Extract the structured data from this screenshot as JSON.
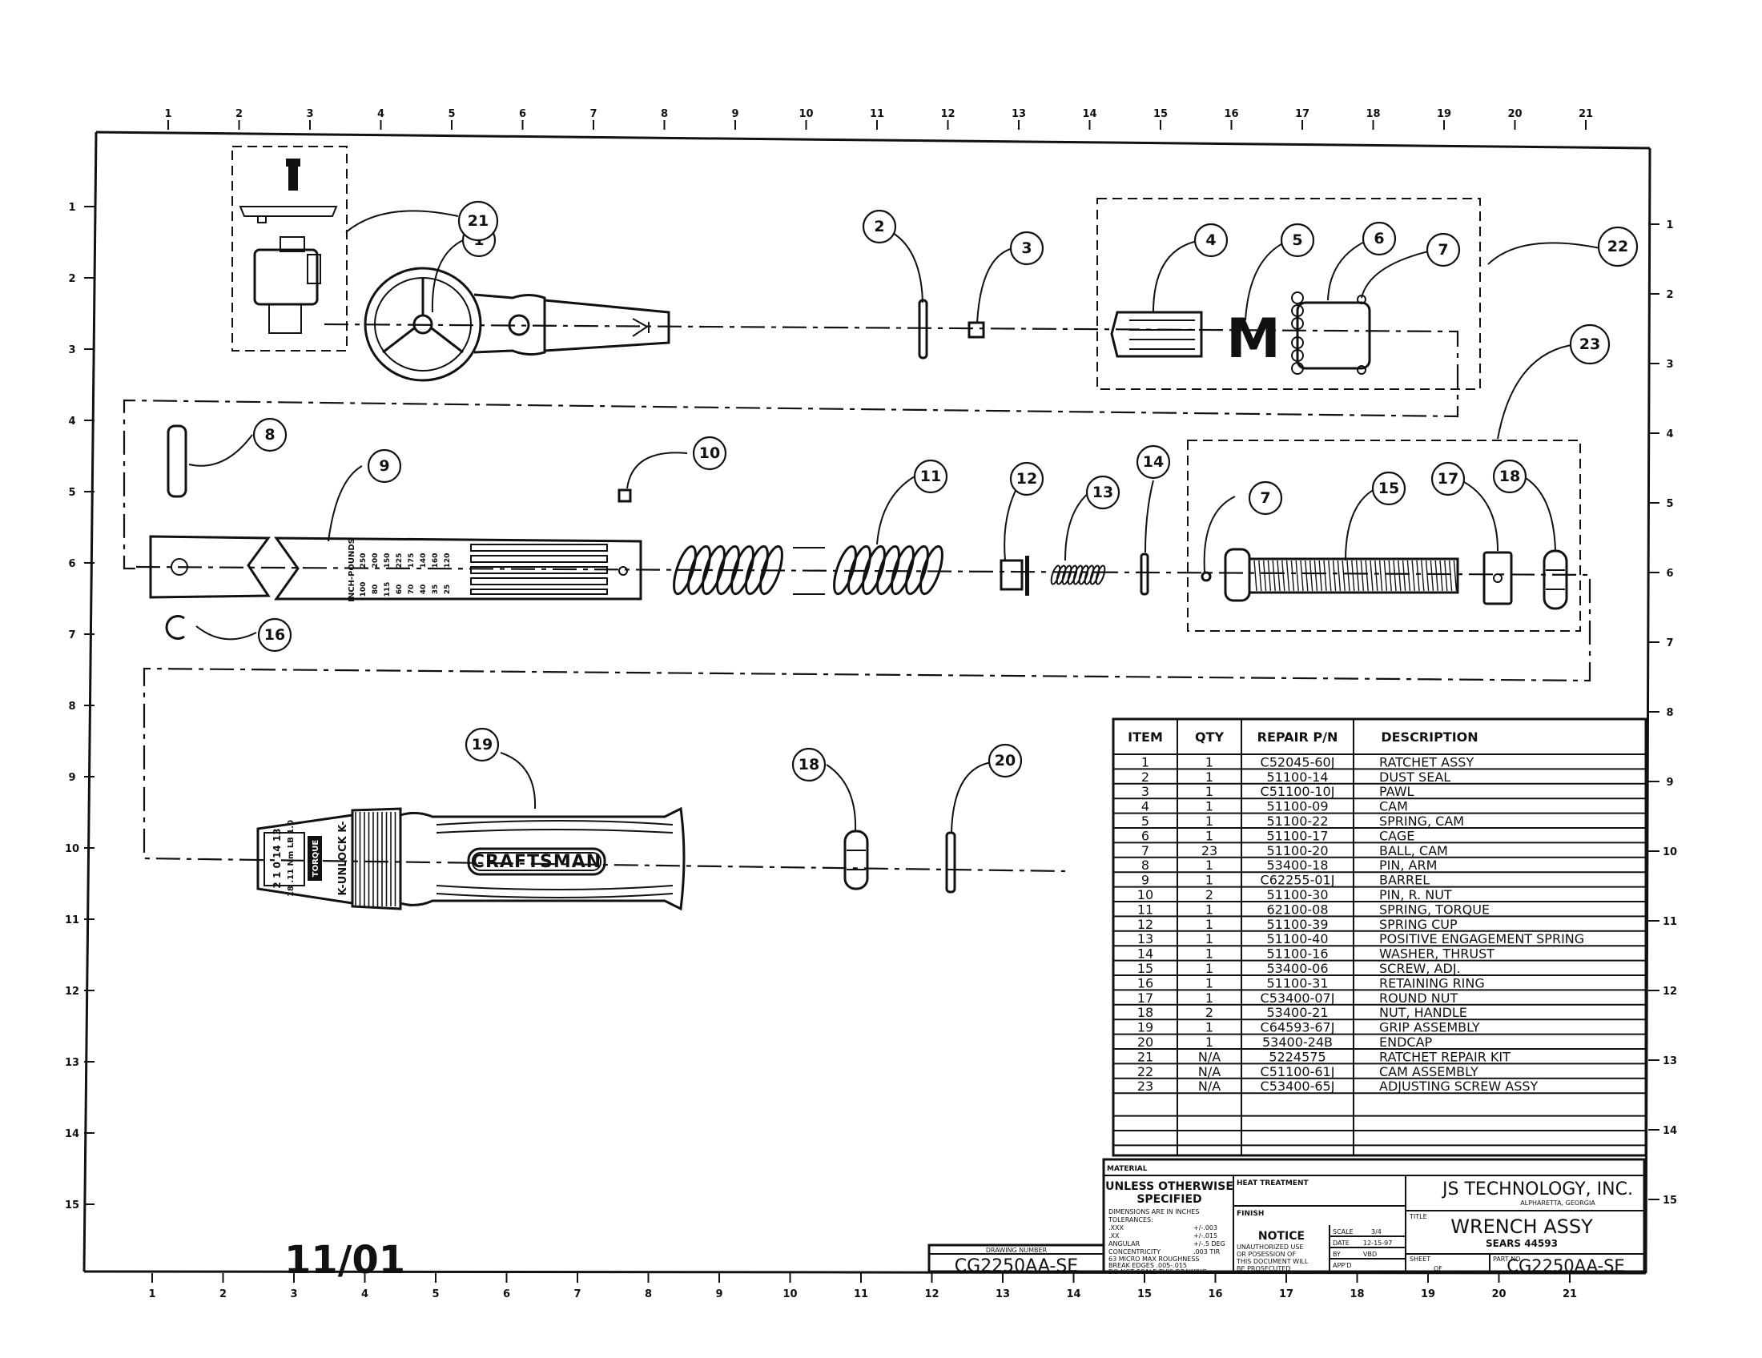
{
  "revision_stamp": "11/01",
  "parts_table": {
    "headers": [
      "ITEM",
      "QTY",
      "REPAIR P/N",
      "DESCRIPTION"
    ],
    "rows": [
      [
        "1",
        "1",
        "C52045-60J",
        "RATCHET ASSY"
      ],
      [
        "2",
        "1",
        "51100-14",
        "DUST SEAL"
      ],
      [
        "3",
        "1",
        "C51100-10J",
        "PAWL"
      ],
      [
        "4",
        "1",
        "51100-09",
        "CAM"
      ],
      [
        "5",
        "1",
        "51100-22",
        "SPRING, CAM"
      ],
      [
        "6",
        "1",
        "51100-17",
        "CAGE"
      ],
      [
        "7",
        "23",
        "51100-20",
        "BALL, CAM"
      ],
      [
        "8",
        "1",
        "53400-18",
        "PIN, ARM"
      ],
      [
        "9",
        "1",
        "C62255-01J",
        "BARREL"
      ],
      [
        "10",
        "2",
        "51100-30",
        "PIN, R. NUT"
      ],
      [
        "11",
        "1",
        "62100-08",
        "SPRING, TORQUE"
      ],
      [
        "12",
        "1",
        "51100-39",
        "SPRING CUP"
      ],
      [
        "13",
        "1",
        "51100-40",
        "POSITIVE ENGAGEMENT SPRING"
      ],
      [
        "14",
        "1",
        "51100-16",
        "WASHER, THRUST"
      ],
      [
        "15",
        "1",
        "53400-06",
        "SCREW, ADJ."
      ],
      [
        "16",
        "1",
        "51100-31",
        "RETAINING RING"
      ],
      [
        "17",
        "1",
        "C53400-07J",
        "ROUND NUT"
      ],
      [
        "18",
        "2",
        "53400-21",
        "NUT, HANDLE"
      ],
      [
        "19",
        "1",
        "C64593-67J",
        "GRIP ASSEMBLY"
      ],
      [
        "20",
        "1",
        "53400-24B",
        "ENDCAP"
      ],
      [
        "21",
        "N/A",
        "5224575",
        "RATCHET REPAIR KIT"
      ],
      [
        "22",
        "N/A",
        "C51100-61J",
        "CAM ASSEMBLY"
      ],
      [
        "23",
        "N/A",
        "C53400-65J",
        "ADJUSTING SCREW ASSY"
      ]
    ]
  },
  "title_block": {
    "material_label": "MATERIAL",
    "unless_line1": "UNLESS OTHERWISE",
    "unless_line2": "SPECIFIED",
    "tolerance_note": "DIMENSIONS ARE IN INCHES",
    "tolerances_label": "TOLERANCES:",
    "tol_xxx": ".XXX",
    "tol_xxx_val": "+/-.003",
    "tol_xx": ".XX",
    "tol_xx_val": "+/-.015",
    "tol_angular": "ANGULAR",
    "tol_angular_val": "+/-.5 DEG",
    "concentricity": "CONCENTRICITY",
    "concentricity_val": ".003 TIR",
    "roughness": "63 MICRO MAX ROUGHNESS",
    "break_edges": "BREAK EDGES .005-.015",
    "do_not_scale": "DO NOT SCALE THIS DRAWING",
    "heat_treatment": "HEAT TREATMENT",
    "finish": "FINISH",
    "notice_title": "NOTICE",
    "notice_line1": "UNAUTHORIZED USE",
    "notice_line2": "OR POSESSION OF",
    "notice_line3": "THIS DOCUMENT WILL",
    "notice_line4": "BE PROSECUTED",
    "scale_label": "SCALE",
    "scale_value": "3/4",
    "date_label": "DATE",
    "date_value": "12-15-97",
    "by_label": "BY",
    "by_value": "VBD",
    "appd_label": "APP'D",
    "company": "JS TECHNOLOGY, INC.",
    "company_city": "ALPHARETTA, GEORGIA",
    "title_label": "TITLE",
    "title": "WRENCH ASSY",
    "subtitle": "SEARS 44593",
    "sheet_label": "SHEET",
    "of_label": "OF",
    "part_no_label": "PART NO",
    "part_no": "CG2250AA-SE",
    "drawing_number_label": "DRAWING NUMBER",
    "drawing_number": "CG2250AA-SE"
  },
  "callouts": [
    "1",
    "2",
    "3",
    "4",
    "5",
    "6",
    "7",
    "7",
    "8",
    "9",
    "10",
    "11",
    "12",
    "13",
    "14",
    "15",
    "16",
    "17",
    "18",
    "18",
    "19",
    "20",
    "21",
    "22",
    "23"
  ],
  "part_labels": {
    "brand": "CRAFTSMAN",
    "unlock": "K-UNLOCK K-",
    "torque_badge": "TORQUE",
    "grip_scale_digits": "2 1 0 14 13",
    "grip_scale_units": "18 .11 Nm LB 1.0",
    "barrel_scale_title": "INCH-POUNDS",
    "barrel_scale_values": [
      "250",
      "200",
      "150",
      "225",
      "175",
      "140",
      "160",
      "120",
      "100",
      "80",
      "115",
      "60",
      "70",
      "40",
      "35",
      "25"
    ],
    "cam_spring": "M"
  },
  "border": {
    "top_numbers": [
      "1",
      "2",
      "3",
      "4",
      "5",
      "6",
      "7",
      "8",
      "9",
      "10",
      "11",
      "12",
      "13",
      "14",
      "15",
      "16",
      "17",
      "18",
      "19",
      "20",
      "21"
    ],
    "bottom_numbers": [
      "1",
      "2",
      "3",
      "4",
      "5",
      "6",
      "7",
      "8",
      "9",
      "10",
      "11",
      "12",
      "13",
      "14",
      "15",
      "16",
      "17",
      "18",
      "19",
      "20",
      "21"
    ],
    "left_numbers": [
      "1",
      "2",
      "3",
      "4",
      "5",
      "6",
      "7",
      "8",
      "9",
      "10",
      "11",
      "12",
      "13",
      "14",
      "15"
    ],
    "right_numbers": [
      "1",
      "2",
      "3",
      "4",
      "5",
      "6",
      "7",
      "8",
      "9",
      "10",
      "11",
      "12",
      "13",
      "14",
      "15"
    ]
  }
}
